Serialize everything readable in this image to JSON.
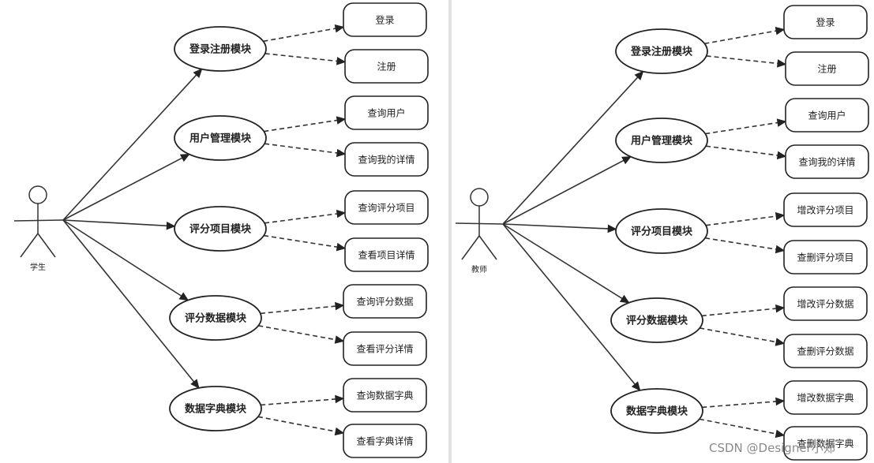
{
  "diagrams": [
    {
      "actor": "学生",
      "modules": [
        {
          "label": "登录注册模块",
          "uses": [
            "登录",
            "注册"
          ]
        },
        {
          "label": "用户管理模块",
          "uses": [
            "查询用户",
            "查询我的详情"
          ]
        },
        {
          "label": "评分项目模块",
          "uses": [
            "查询评分项目",
            "查看项目详情"
          ]
        },
        {
          "label": "评分数据模块",
          "uses": [
            "查询评分数据",
            "查看评分详情"
          ]
        },
        {
          "label": "数据字典模块",
          "uses": [
            "查询数据字典",
            "查看字典详情"
          ]
        }
      ]
    },
    {
      "actor": "教师",
      "modules": [
        {
          "label": "登录注册模块",
          "uses": [
            "登录",
            "注册"
          ]
        },
        {
          "label": "用户管理模块",
          "uses": [
            "查询用户",
            "查询我的详情"
          ]
        },
        {
          "label": "评分项目模块",
          "uses": [
            "增改评分项目",
            "查删评分项目"
          ]
        },
        {
          "label": "评分数据模块",
          "uses": [
            "增改评分数据",
            "查删评分数据"
          ]
        },
        {
          "label": "数据字典模块",
          "uses": [
            "增改数据字典",
            "查删数据字典"
          ]
        }
      ]
    }
  ],
  "watermark": "CSDN @Designer小郑"
}
